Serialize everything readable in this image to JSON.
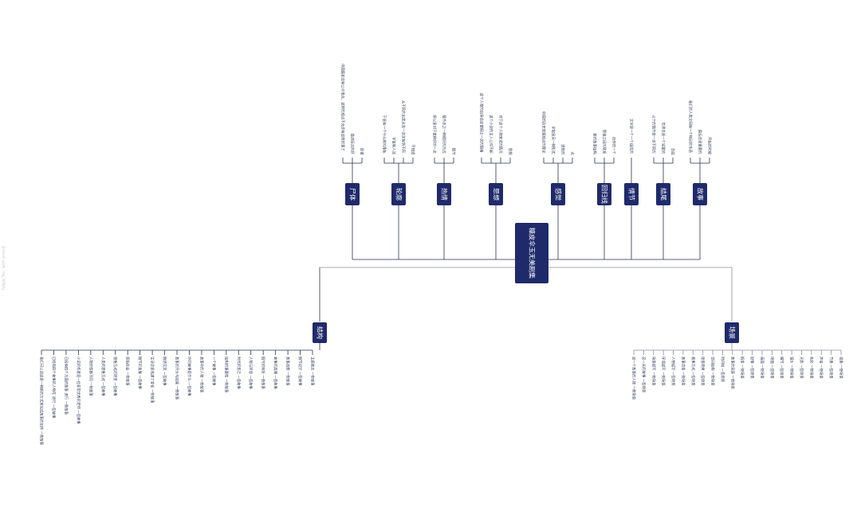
{
  "center": {
    "title": "糖皮伞玉无美剧集"
  },
  "watermark": "Yuque Tec, with xmind",
  "top_branches": [
    {
      "title": "尸体",
      "leaves": [
        "中国最初没有公众地点，这样的观点不允许有这样的事了",
        "描述经过的好",
        "是谁"
      ]
    },
    {
      "title": "轮廓",
      "leaves": [
        "于是有一个什么样的角色",
        "宇宙有人活",
        "从不同的出发点去一次次有所不同",
        "不知道"
      ]
    },
    {
      "title": "热情",
      "leaves": [
        "所以是对于某种好的一次",
        "情节总之一种很好的方式",
        "情节"
      ]
    },
    {
      "title": "思想",
      "leaves": [
        "这个人物的出场设定使用比一次的情绪",
        "这个小说的主人公对不起",
        "对于这个人物来说的情况",
        "思想"
      ]
    },
    {
      "title": "感觉",
      "leaves": [
        "中国的历史发展观点的理论",
        "宇宙是另一种形式",
        "感觉的",
        "点"
      ]
    },
    {
      "title": "回归线",
      "leaves": [
        "新的故事结构",
        "思维之间的联系",
        "创作的一个"
      ]
    },
    {
      "title": "情节",
      "leaves": [
        "文字是一个一个组成的"
      ]
    },
    {
      "title": "结尾",
      "leaves": [
        "以下的情节是一次不同的",
        "世界总是一个完整的",
        "总结"
      ]
    },
    {
      "title": "故事",
      "leaves": [
        "我们的人类文明有一个特别的东西",
        "最后总是重要的",
        "开始的时候"
      ]
    }
  ],
  "left_branch": {
    "title": "结构",
    "leaves": [
      "我们可以说这是一种新的方式来完成故事的创作 一些故事",
      "已经有四个故事的人物在 进行 一些故事",
      "已经有四个方面的故事 进行 一些故事",
      "小说的作者是一位非常优秀的老师 一些故事",
      "人物的性格不同 一些故事",
      "人类的思维方式 一些故事",
      "思维方式的转变 一些故事",
      "原始社会 一些故事",
      "情节的发展 一些故事",
      "生活总是充满了变化 一些故事",
      "情感交流 一些故事",
      "故事的开头与结尾 一些故事",
      "你的故事是什么 一些故事",
      "故事中的人物 一些故事",
      "一个故事 一些故事",
      "结构的重要性 一些故事",
      "时代的变迁 一些故事",
      "人物与环境 一些故事",
      "情节的转折 一些故事",
      "故事的高潮 一些故事",
      "故事线索 一些故事",
      "情节设计 一些故事",
      "主题表达 一些故事"
    ]
  },
  "right_branch": {
    "title": "场景",
    "leaves": [
      "这一个故事的人物 一些场景",
      "这一天的故事 一些场景",
      "场景描写 一些场景",
      "环境描写 一些场景",
      "人物描写 一些场景",
      "故事背景 一些场景",
      "叙事方式 一些场景",
      "场景转换 一些场景",
      "空间结构 一些场景",
      "时间线 一些场景",
      "故事的氛围 一些场景",
      "情景 一些场景",
      "剧情 一些场景",
      "画面 一些场景",
      "场面 一些场景",
      "细节 一些场景",
      "镜头 一些场景",
      "光影 一些场景",
      "色彩 一些场景",
      "声音 一些场景",
      "节奏 一些场景",
      "视角 一些场景"
    ]
  }
}
